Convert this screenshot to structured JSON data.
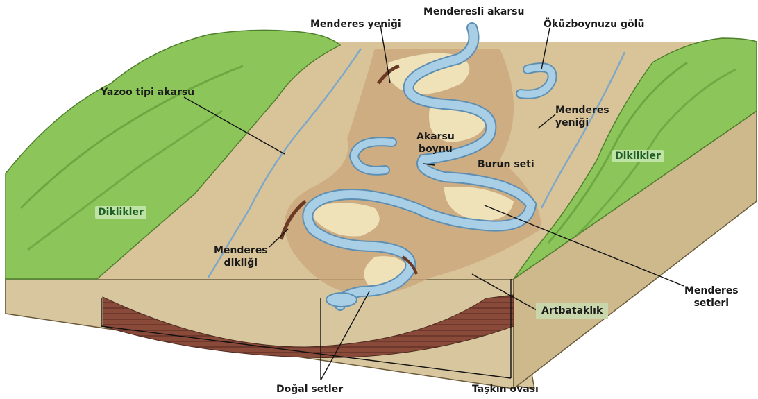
{
  "labels": {
    "menderesli_akarsu": "Menderesli akarsu",
    "menderes_yenigi_top": "Menderes yeniği",
    "okuzboynuzu_golu": "Öküzboynuzu gölü",
    "yazoo": "Yazoo tipi akarsu",
    "menderes_yenigi_right_1": "Menderes",
    "menderes_yenigi_right_2": "yeniği",
    "akarsu_boynu_1": "Akarsu",
    "akarsu_boynu_2": "boynu",
    "burun_seti": "Burun seti",
    "diklikler_right": "Diklikler",
    "diklikler_left": "Diklikler",
    "menderes_dikligi_1": "Menderes",
    "menderes_dikligi_2": "dikliği",
    "menderes_setleri_1": "Menderes",
    "menderes_setleri_2": "setleri",
    "artbataklik": "Artbataklık",
    "dogal_setler": "Doğal setler",
    "taskin_ovasi": "Taşkın ovası"
  },
  "colors": {
    "river": "#a9cfe6",
    "river_edge": "#5e8fb3",
    "hill_green": "#8cc55a",
    "hill_dark": "#5f9a38",
    "plain": "#d9c49a",
    "sand": "#efe2b8",
    "block_side": "#d8c79e",
    "sediment": "#8a4a3a"
  }
}
